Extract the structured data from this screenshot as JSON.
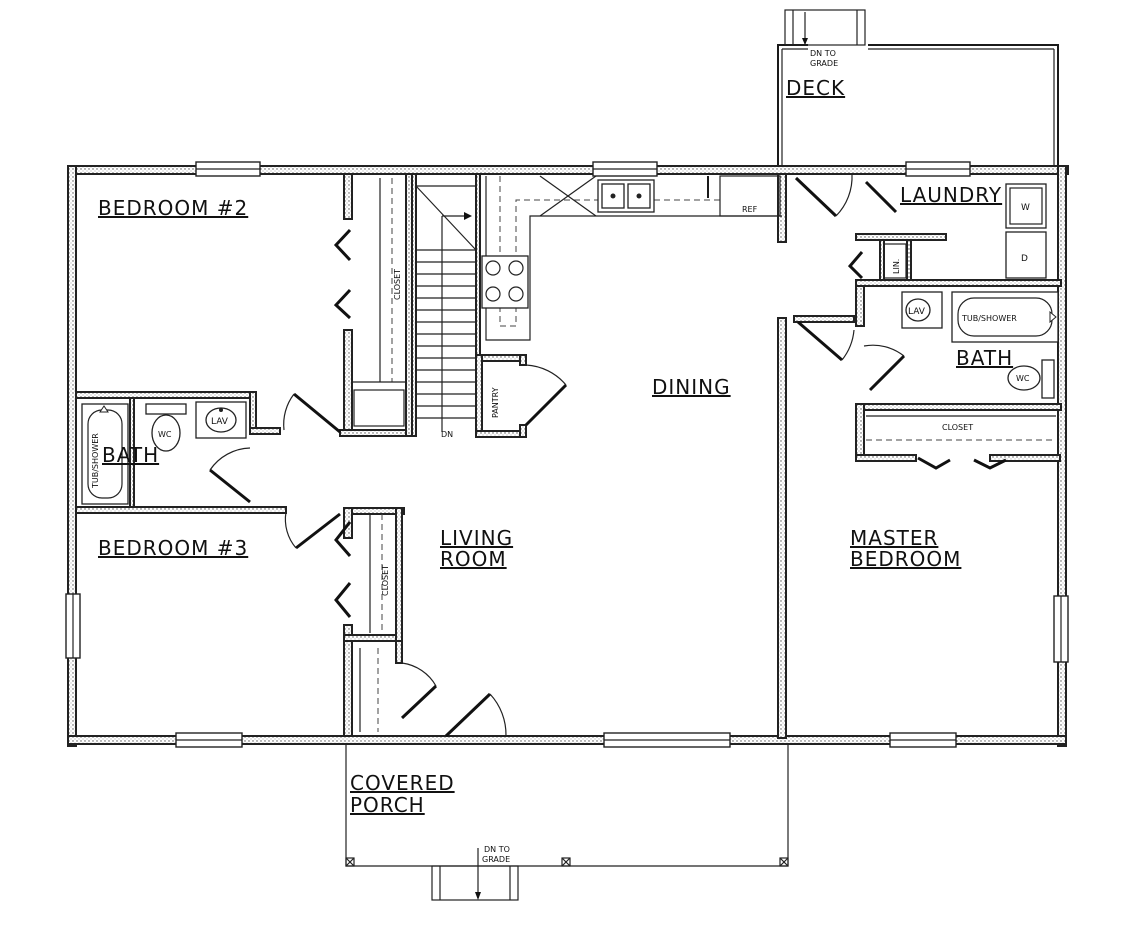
{
  "rooms": {
    "bedroom2": "BEDROOM #2",
    "bath_left": "BATH",
    "bedroom3": "BEDROOM #3",
    "living_1": "LIVING",
    "living_2": "ROOM",
    "dining": "DINING",
    "deck": "DECK",
    "laundry": "LAUNDRY",
    "bath_right": "BATH",
    "master_1": "MASTER",
    "master_2": "BEDROOM",
    "porch_1": "COVERED",
    "porch_2": "PORCH"
  },
  "fixtures": {
    "closet": "CLOSET",
    "tub_shower": "TUB/SHOWER",
    "wc": "WC",
    "lav": "LAV",
    "pantry": "PANTRY",
    "ref": "REF",
    "dn": "DN",
    "lin": "LIN.",
    "washer": "W",
    "dryer": "D",
    "dn_to": "DN TO",
    "grade": "GRADE"
  }
}
